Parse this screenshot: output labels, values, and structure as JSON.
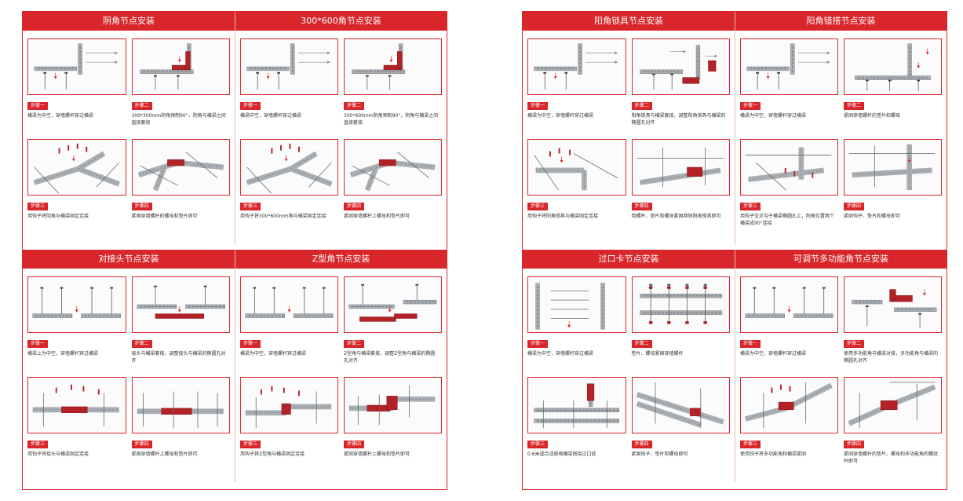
{
  "colors": {
    "accent": "#d9262a",
    "steel": "#a9aeb3",
    "steel_dark": "#6e7479",
    "part_red": "#b22227"
  },
  "pages": [
    {
      "side": "left",
      "sections": [
        {
          "title": "阴角节点安装",
          "steps": [
            {
              "label": "步骤一",
              "desc": "横梁为中空，穿墙螺杆穿过横梁",
              "scene": "beam-rods-arrows"
            },
            {
              "label": "步骤二",
              "desc": "300*300mm阴角预制90°，阴角与横梁之间直接套接",
              "scene": "corner-inner"
            },
            {
              "label": "步骤三",
              "desc": "用钩子将阴角与横梁固定连接",
              "scene": "iso-corner-bolts"
            },
            {
              "label": "步骤四",
              "desc": "紧固穿墙螺杆的螺母和垫片即可",
              "scene": "iso-corner-done"
            }
          ]
        },
        {
          "title": "300*600角节点安装",
          "steps": [
            {
              "label": "步骤一",
              "desc": "横梁中空，穿墙螺杆穿过横梁",
              "scene": "beam-rods-arrows"
            },
            {
              "label": "步骤二",
              "desc": "300*600mm阴角预制90°，阴角与横梁之间直接套接",
              "scene": "corner-inner"
            },
            {
              "label": "步骤三",
              "desc": "用钩子将300*600mm角与横梁固定连接",
              "scene": "iso-corner-bolts"
            },
            {
              "label": "步骤四",
              "desc": "紧固穿墙螺杆上螺母和垫片即可",
              "scene": "iso-corner-done"
            }
          ]
        },
        {
          "title": "对接头节点安装",
          "steps": [
            {
              "label": "步骤一",
              "desc": "横梁上为中空，穿墙螺杆穿过横梁",
              "scene": "two-beams"
            },
            {
              "label": "步骤二",
              "desc": "接头与横梁套接，调整接头与横梁的椭圆孔对齐",
              "scene": "joint-plate"
            },
            {
              "label": "步骤三",
              "desc": "用钩子将接头与横梁固定连接",
              "scene": "iso-joint"
            },
            {
              "label": "步骤四",
              "desc": "紧固穿墙螺杆上螺母和垫片即可",
              "scene": "joint-done"
            }
          ]
        },
        {
          "title": "Z型角节点安装",
          "steps": [
            {
              "label": "步骤一",
              "desc": "横梁为中空，穿墙螺杆穿过横梁",
              "scene": "two-beams"
            },
            {
              "label": "步骤二",
              "desc": "Z型角与横梁套接，调整Z型角与横梁的椭圆孔对齐",
              "scene": "z-plate"
            },
            {
              "label": "步骤三",
              "desc": "用钩子将Z型角与横梁固定连接",
              "scene": "iso-z"
            },
            {
              "label": "步骤四",
              "desc": "紧固穿墙螺杆上螺母和垫片即可",
              "scene": "z-done"
            }
          ]
        }
      ]
    },
    {
      "side": "right",
      "sections": [
        {
          "title": "阳角锁具节点安装",
          "steps": [
            {
              "label": "步骤一",
              "desc": "横梁为中空，穿墙螺杆穿过横梁",
              "scene": "beam-rods-arrows"
            },
            {
              "label": "步骤二",
              "desc": "阳角锁具与横梁套接，调整阳角锁具与横梁的椭圆孔对齐",
              "scene": "outer-lock"
            },
            {
              "label": "步骤三",
              "desc": "用钩子将阳角锁具与横梁固定连接",
              "scene": "iso-outer"
            },
            {
              "label": "步骤四",
              "desc": "用螺杆、垫片和螺母紧固两侧阳角锁具即可",
              "scene": "iso-outer-done"
            }
          ]
        },
        {
          "title": "阳角错搭节点安装",
          "steps": [
            {
              "label": "步骤一",
              "desc": "横梁为中空，穿墙螺杆穿过横梁",
              "scene": "beam-rods-arrows"
            },
            {
              "label": "步骤二",
              "desc": "紧固穿墙螺杆的垫片和螺母",
              "scene": "outer-lap"
            },
            {
              "label": "步骤三",
              "desc": "用钩子交叉勾于横梁椭圆孔上，阳角位置两个横梁成90°连接",
              "scene": "iso-lap"
            },
            {
              "label": "步骤四",
              "desc": "紧固钩子、垫片和螺母即可",
              "scene": "iso-lap-done"
            }
          ]
        },
        {
          "title": "过口卡节点安装",
          "steps": [
            {
              "label": "步骤一",
              "desc": "横梁为中空，穿墙螺杆穿过横梁",
              "scene": "opening-beams"
            },
            {
              "label": "步骤二",
              "desc": "垫片、螺母紧固穿墙螺杆",
              "scene": "opening-bolts"
            },
            {
              "label": "步骤三",
              "desc": "0.6米或合适规格横梁搭接过口处",
              "scene": "opening-lap"
            },
            {
              "label": "步骤四",
              "desc": "紧固钩子、垫片和螺母即可",
              "scene": "iso-opening-done"
            }
          ]
        },
        {
          "title": "可调节多功能角节点安装",
          "steps": [
            {
              "label": "步骤一",
              "desc": "横梁为中空，穿墙螺杆穿过横梁",
              "scene": "two-beams"
            },
            {
              "label": "步骤二",
              "desc": "使用多功能角与横梁对接，多功能角与横梁的椭圆孔对齐",
              "scene": "multi-angle"
            },
            {
              "label": "步骤三",
              "desc": "使用钩子将多功能角和横梁紧固",
              "scene": "iso-multi"
            },
            {
              "label": "步骤四",
              "desc": "紧固穿墙螺杆的垫片、螺母和多功能角的螺纹杆即可",
              "scene": "iso-multi-done"
            }
          ]
        }
      ]
    }
  ]
}
